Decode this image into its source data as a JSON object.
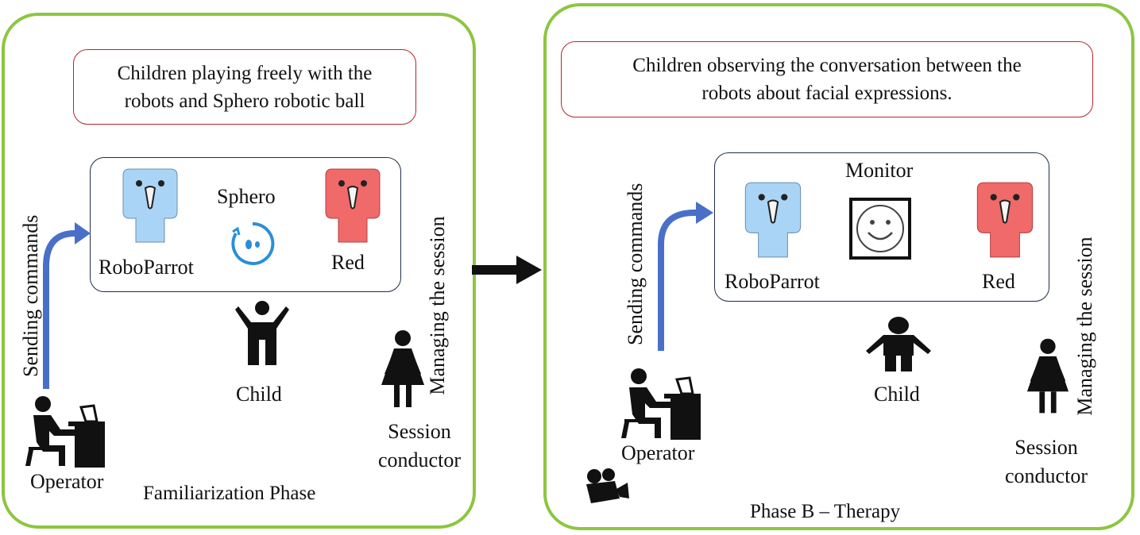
{
  "phase_a": {
    "caption": {
      "line1": "Children playing freely with the",
      "line2": "robots and Sphero robotic ball"
    },
    "roboparrot": "RoboParrot",
    "sphero": "Sphero",
    "red": "Red",
    "sending_commands": "Sending commands",
    "managing_session": "Managing the session",
    "child": "Child",
    "operator": "Operator",
    "session_conductor": {
      "line1": "Session",
      "line2": "conductor"
    },
    "phase_name": "Familiarization Phase"
  },
  "phase_b": {
    "caption": {
      "line1": "Children observing the conversation between the",
      "line2": "robots about facial expressions."
    },
    "monitor": "Monitor",
    "roboparrot": "RoboParrot",
    "red": "Red",
    "sending_commands": "Sending commands",
    "managing_session": "Managing the session",
    "child": "Child",
    "operator": "Operator",
    "session_conductor": {
      "line1": "Session",
      "line2": "conductor"
    },
    "phase_name": "Phase B – Therapy"
  },
  "colors": {
    "phase_border": "#8cc63f",
    "caption_border": "#b3262e",
    "robot_box_border": "#1f2d4a",
    "roboparrot_blue": "#a9d4f5",
    "red_robot": "#f06a6a",
    "arrow_blue": "#4a6fc9",
    "sphero_blue": "#2a8fd6"
  },
  "icons": [
    "parrot-robot-icon",
    "sphero-icon",
    "child-icon",
    "operator-icon",
    "woman-icon",
    "smiley-monitor-icon",
    "video-camera-icon",
    "right-arrow-icon",
    "curved-arrow-icon"
  ]
}
